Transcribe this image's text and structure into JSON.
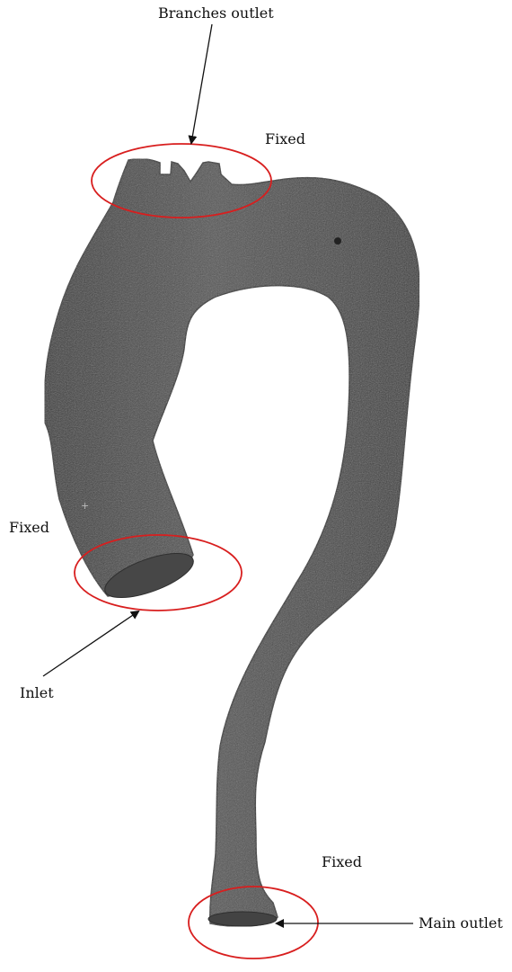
{
  "labels": {
    "branches_outlet": "Branches outlet",
    "fixed_top": "Fixed",
    "fixed_left": "Fixed",
    "inlet": "Inlet",
    "fixed_bottom": "Fixed",
    "main_outlet": "Main outlet"
  },
  "colors": {
    "vessel_fill": "#4b4b4b",
    "vessel_edge": "#2c2c2c",
    "highlight_circle": "#d81e1e",
    "arrow": "#111111",
    "background": "#ffffff"
  }
}
